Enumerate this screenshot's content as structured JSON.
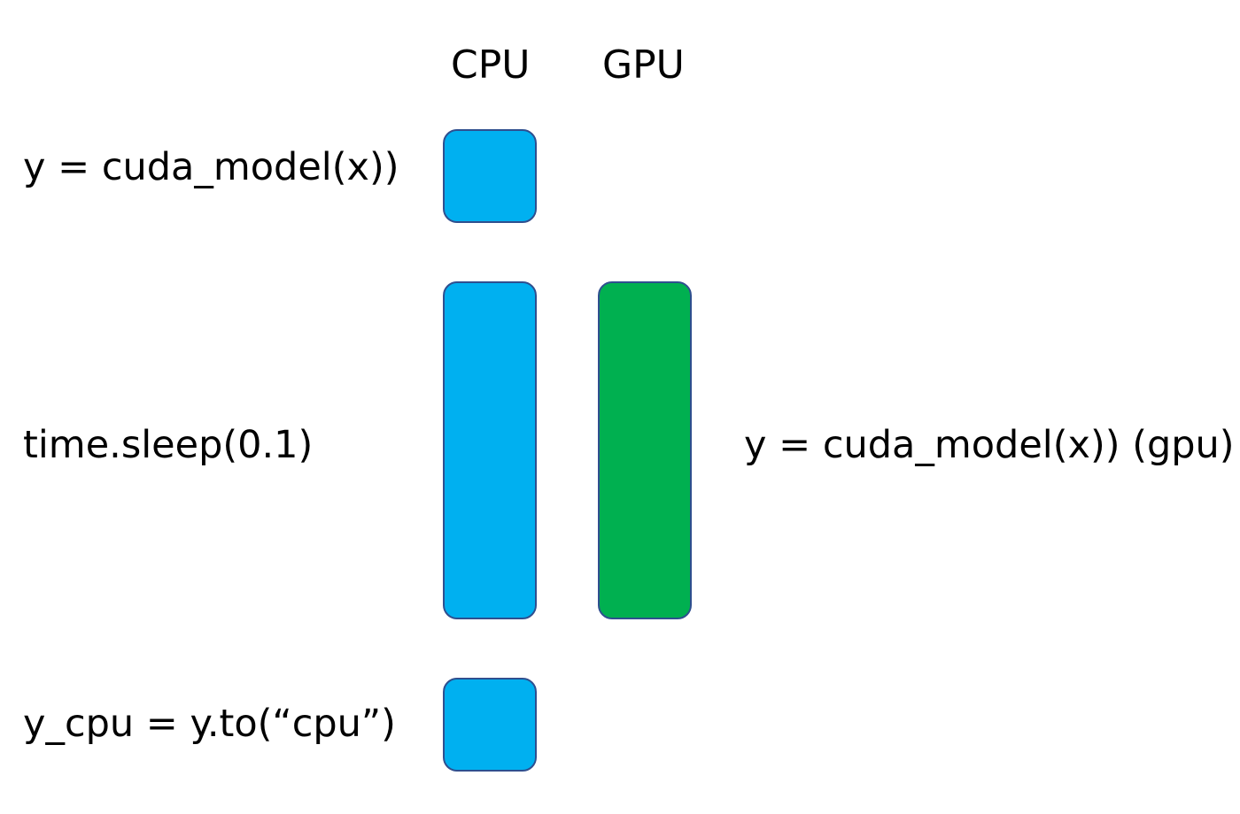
{
  "headers": {
    "cpu": "CPU",
    "gpu": "GPU"
  },
  "labels": {
    "cuda_call": "y = cuda_model(x))",
    "sleep": "time.sleep(0.1)",
    "to_cpu": "y_cpu = y.to(“cpu”)",
    "gpu_work": "y = cuda_model(x)) (gpu)"
  },
  "colors": {
    "cpu_block": "#00B0F0",
    "gpu_block": "#00B050",
    "block_border": "#2F4F8F"
  }
}
